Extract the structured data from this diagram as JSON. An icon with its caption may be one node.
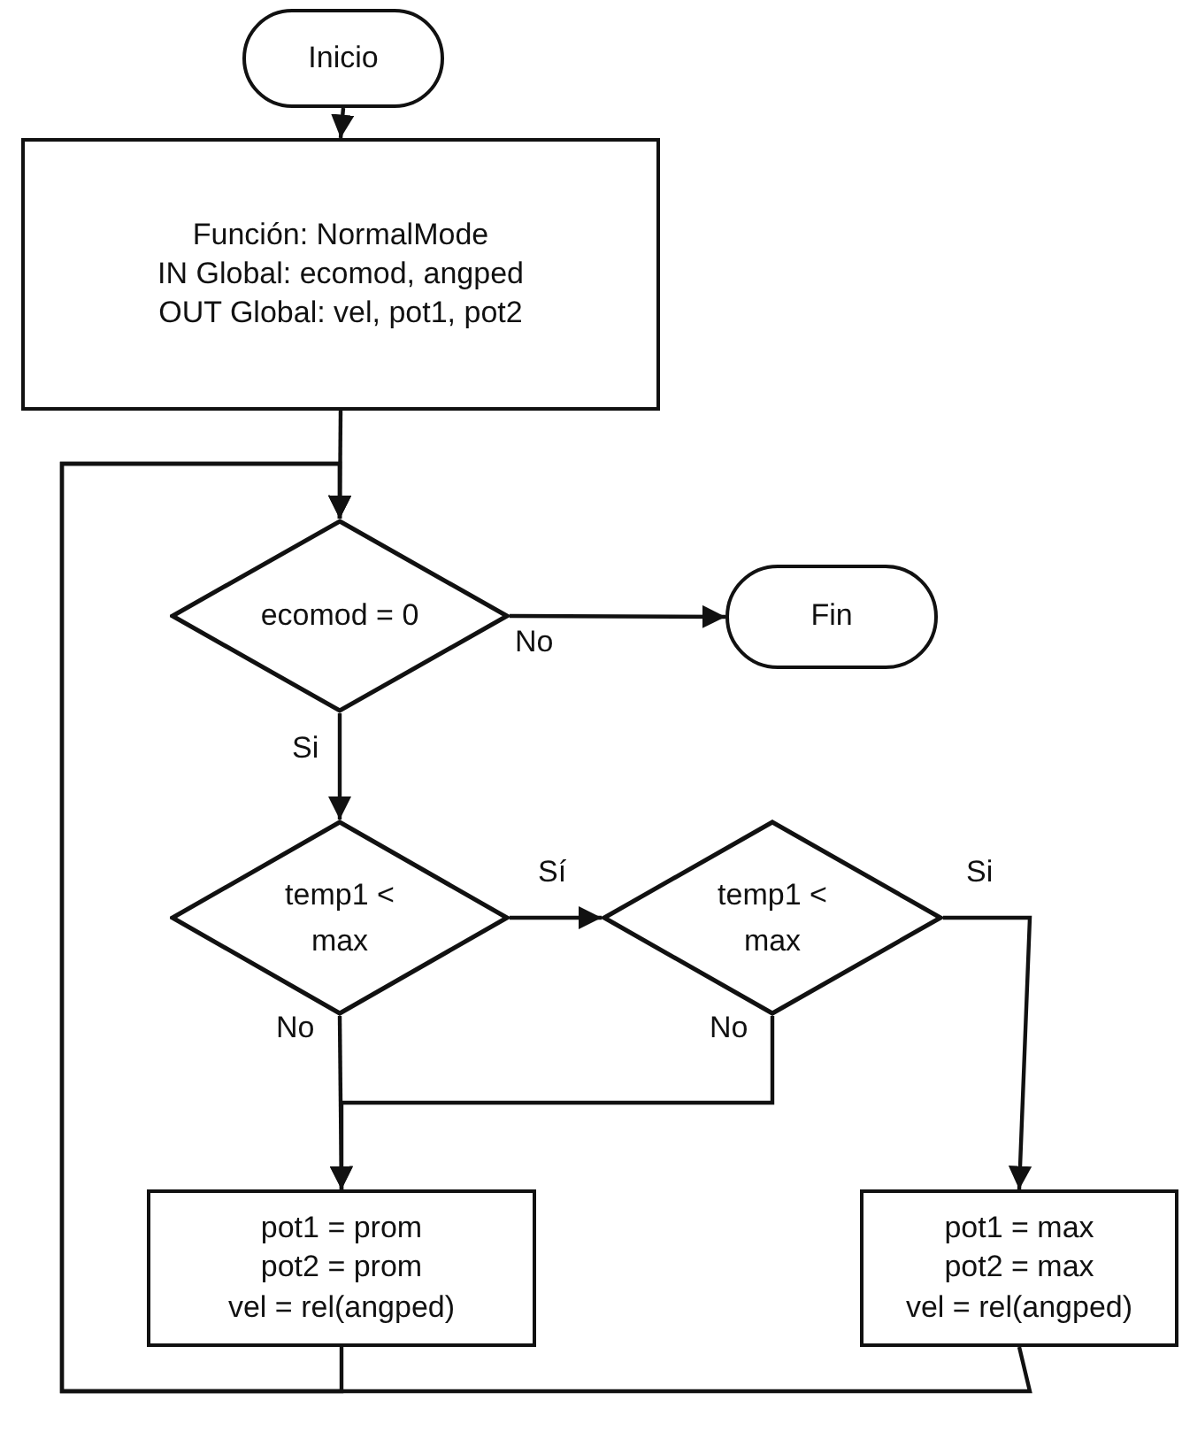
{
  "diagram": {
    "nodes": [
      {
        "text": [
          "Inicio"
        ]
      },
      {
        "text": [
          "Función: NormalMode",
          "IN Global: ecomod, angped",
          "OUT Global:  vel, pot1, pot2"
        ]
      },
      {
        "text": [
          "ecomod = 0"
        ]
      },
      {
        "text": [
          "Fin"
        ]
      },
      {
        "text": [
          "temp1 < max"
        ]
      },
      {
        "text": [
          "temp1 < max"
        ]
      },
      {
        "text": [
          "pot1 = prom",
          "pot2 = prom",
          "vel = rel(angped)"
        ]
      },
      {
        "text": [
          "pot1 = max",
          "pot2 = max",
          "vel = rel(angped)"
        ]
      }
    ],
    "edges": [
      {
        "from": 0,
        "to": 1,
        "arrow": "to"
      },
      {
        "from": 1,
        "to": 2,
        "arrow": "to"
      },
      {
        "from": 2,
        "to": 3,
        "label": "No",
        "arrow": "to"
      },
      {
        "from": 2,
        "to": 4,
        "label": "Si",
        "arrow": "to"
      },
      {
        "from": 4,
        "to": 5,
        "label": "Sí",
        "arrow": "to"
      },
      {
        "from": 4,
        "to": 6,
        "label": "No",
        "arrow": "to"
      },
      {
        "from": 5,
        "to": 7,
        "label": "Si",
        "arrow": "to"
      },
      {
        "from": 5,
        "to": 6,
        "label": "No",
        "arrow": "to"
      },
      {
        "from": 6,
        "to": 2,
        "arrow": "to"
      },
      {
        "from": 7,
        "to": 2,
        "arrow": "to"
      }
    ]
  }
}
